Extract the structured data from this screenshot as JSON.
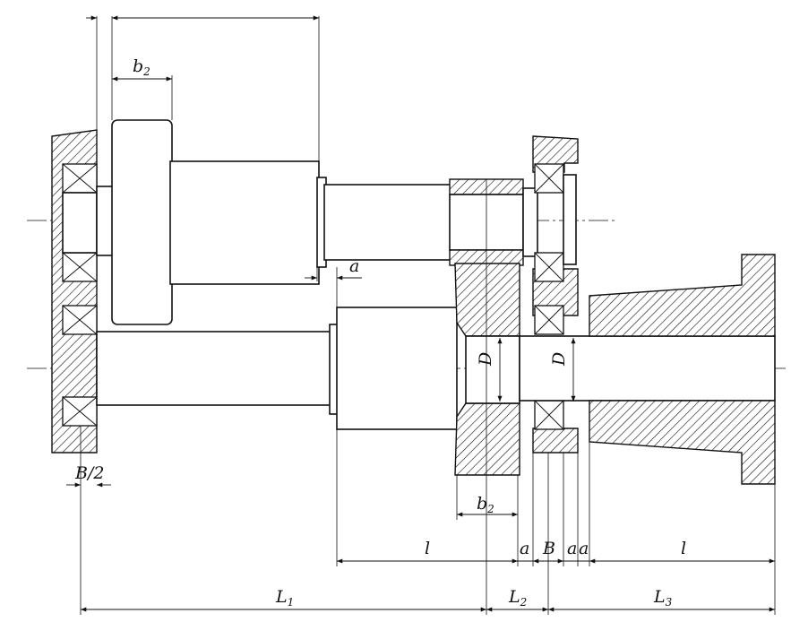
{
  "labels": {
    "b2_top": "b",
    "b2_top_sub": "2",
    "a_top": "a",
    "D_left": "D",
    "D_right": "D",
    "B_half": "B/2",
    "b2_bottom": "b",
    "b2_bottom_sub": "2",
    "l_left": "l",
    "a_1": "a",
    "B": "B",
    "a_2": "a",
    "a_3": "a",
    "l_right": "l",
    "L1": "L",
    "L1_sub": "1",
    "L2": "L",
    "L2_sub": "2",
    "L3": "L",
    "L3_sub": "3"
  },
  "colors": {
    "ink": "#111111",
    "paper": "#ffffff"
  }
}
